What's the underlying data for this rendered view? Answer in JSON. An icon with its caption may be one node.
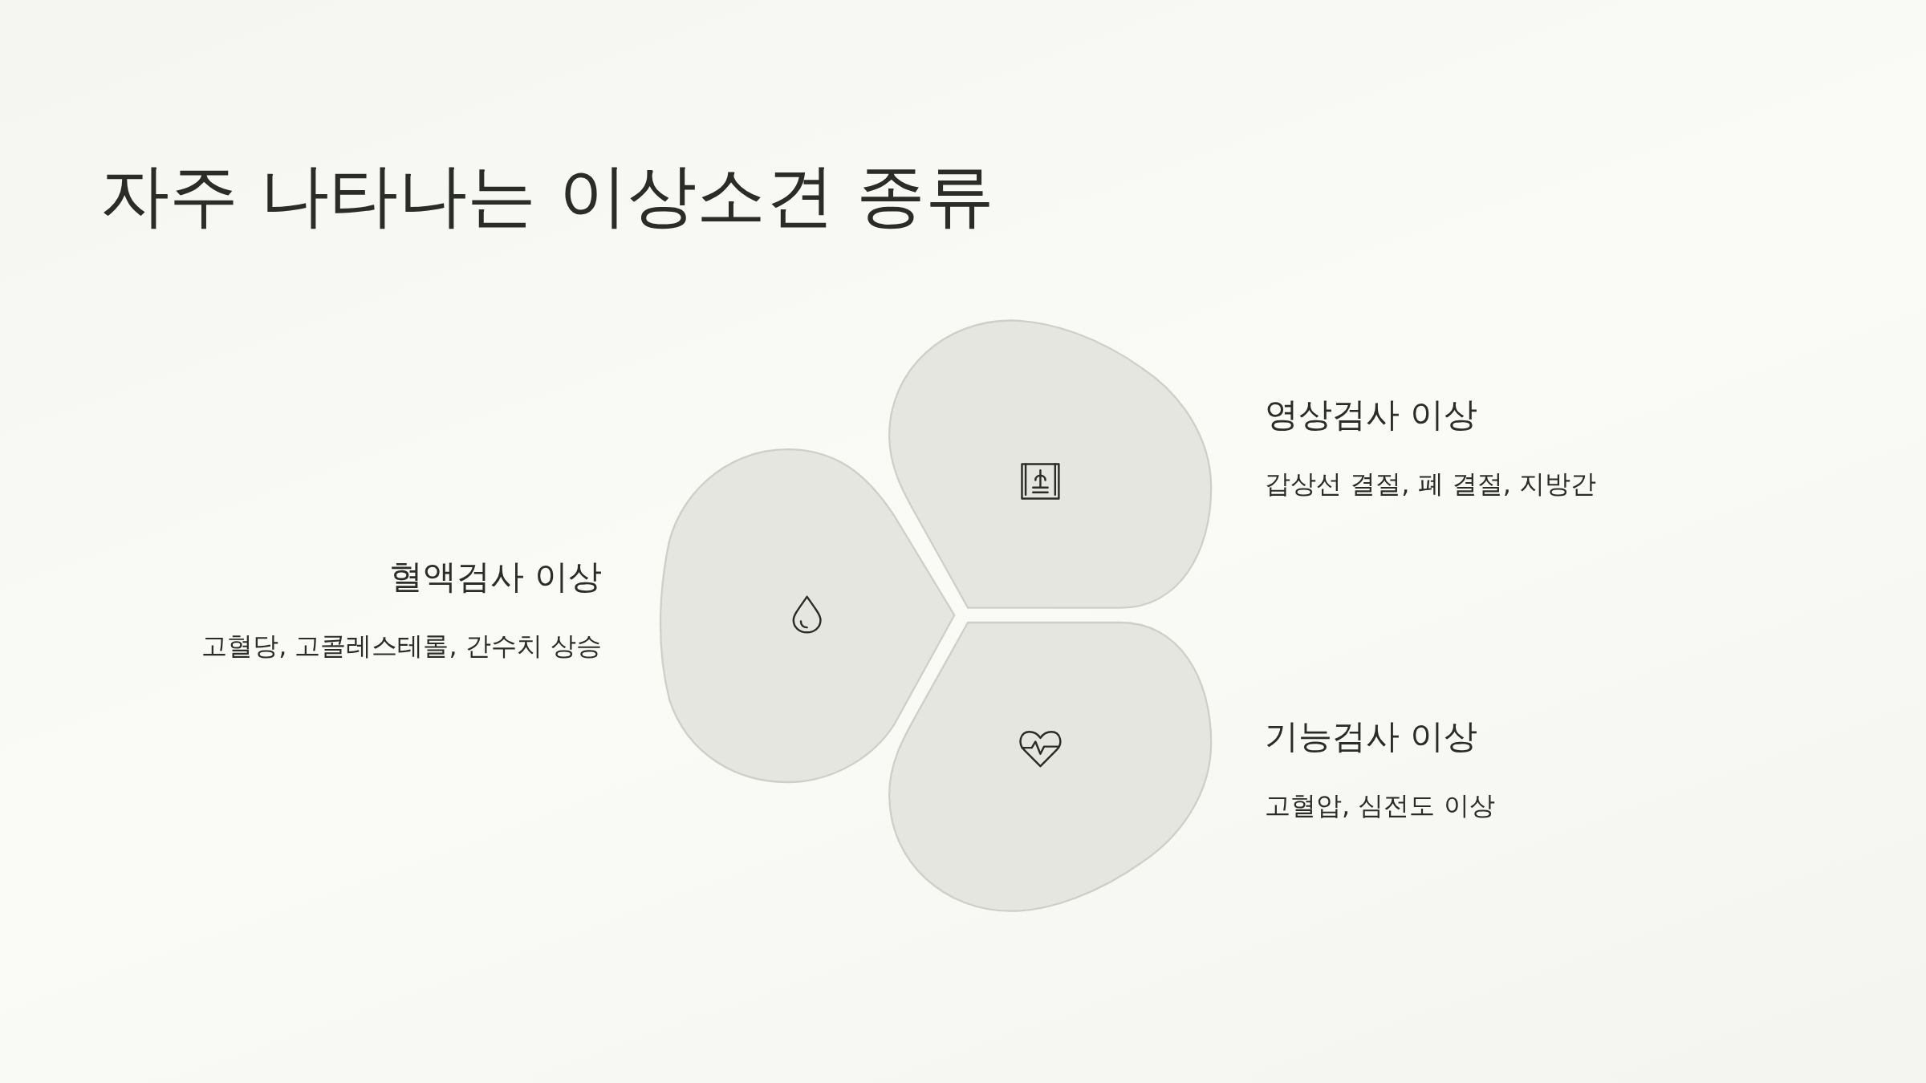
{
  "diagram": {
    "title": "자주 나타나는 이상소견 종류",
    "labels": [
      "영상검사 이상",
      "갑상선 결절, 폐 결절, 지방간",
      "혈액검사 이상",
      "고혈당, 고콜레스테롤, 간수치 상승",
      "기능검사 이상",
      "고혈압, 심전도 이상"
    ]
  }
}
